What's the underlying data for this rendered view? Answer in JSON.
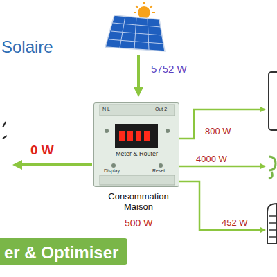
{
  "diagram": {
    "title": "Solaire",
    "nodes": [
      {
        "text": [
          "N L",
          "Out 2",
          "Meter & Router",
          "Display",
          "Reset"
        ]
      },
      {
        "text": [
          "er & Optimiser"
        ]
      }
    ],
    "labels": [
      "5752 W",
      "0 W",
      "800 W",
      "4000 W",
      "Consommation Maison",
      "500 W",
      "452 W"
    ]
  }
}
